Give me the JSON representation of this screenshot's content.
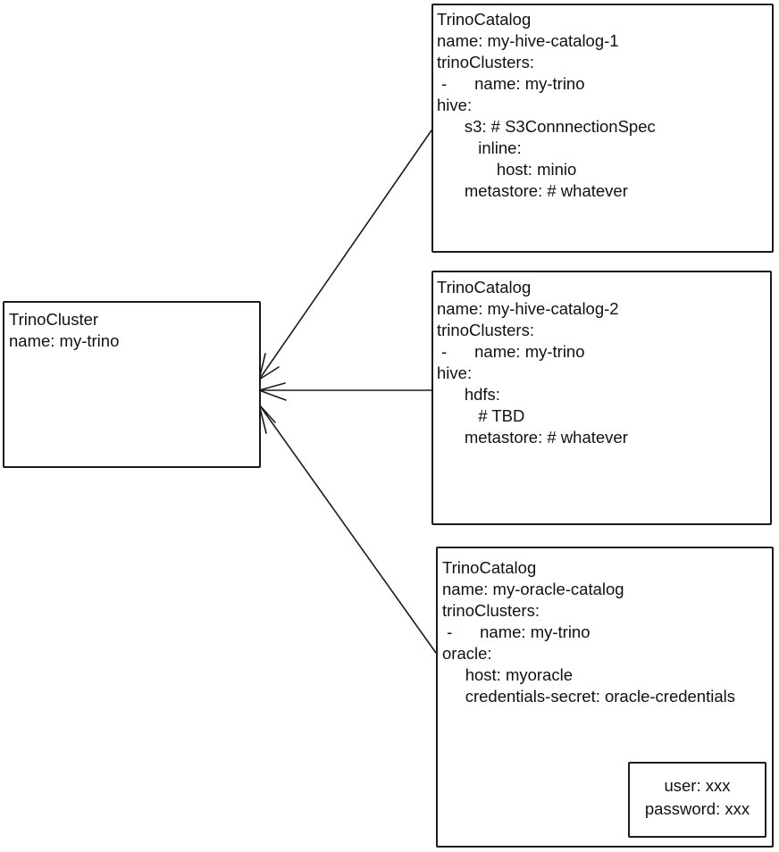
{
  "colors": {
    "stroke": "#1b1b1b",
    "background": "#ffffff",
    "text": "#111111"
  },
  "cluster": {
    "lines": [
      "TrinoCluster",
      "name: my-trino"
    ]
  },
  "catalog1": {
    "lines": [
      "TrinoCatalog",
      "name: my-hive-catalog-1",
      "trinoClusters:",
      " -      name: my-trino",
      "hive:",
      "      s3: # S3ConnnectionSpec",
      "         inline:",
      "             host: minio",
      "      metastore: # whatever"
    ]
  },
  "catalog2": {
    "lines": [
      "TrinoCatalog",
      "name: my-hive-catalog-2",
      "trinoClusters:",
      " -      name: my-trino",
      "hive:",
      "      hdfs:",
      "         # TBD",
      "      metastore: # whatever"
    ]
  },
  "catalog3": {
    "lines": [
      "TrinoCatalog",
      "name: my-oracle-catalog",
      "trinoClusters:",
      " -      name: my-trino",
      "oracle:",
      "     host: myoracle",
      "     credentials-secret: oracle-credentials"
    ]
  },
  "secret": {
    "lines": [
      "user: xxx",
      "password: xxx"
    ]
  }
}
